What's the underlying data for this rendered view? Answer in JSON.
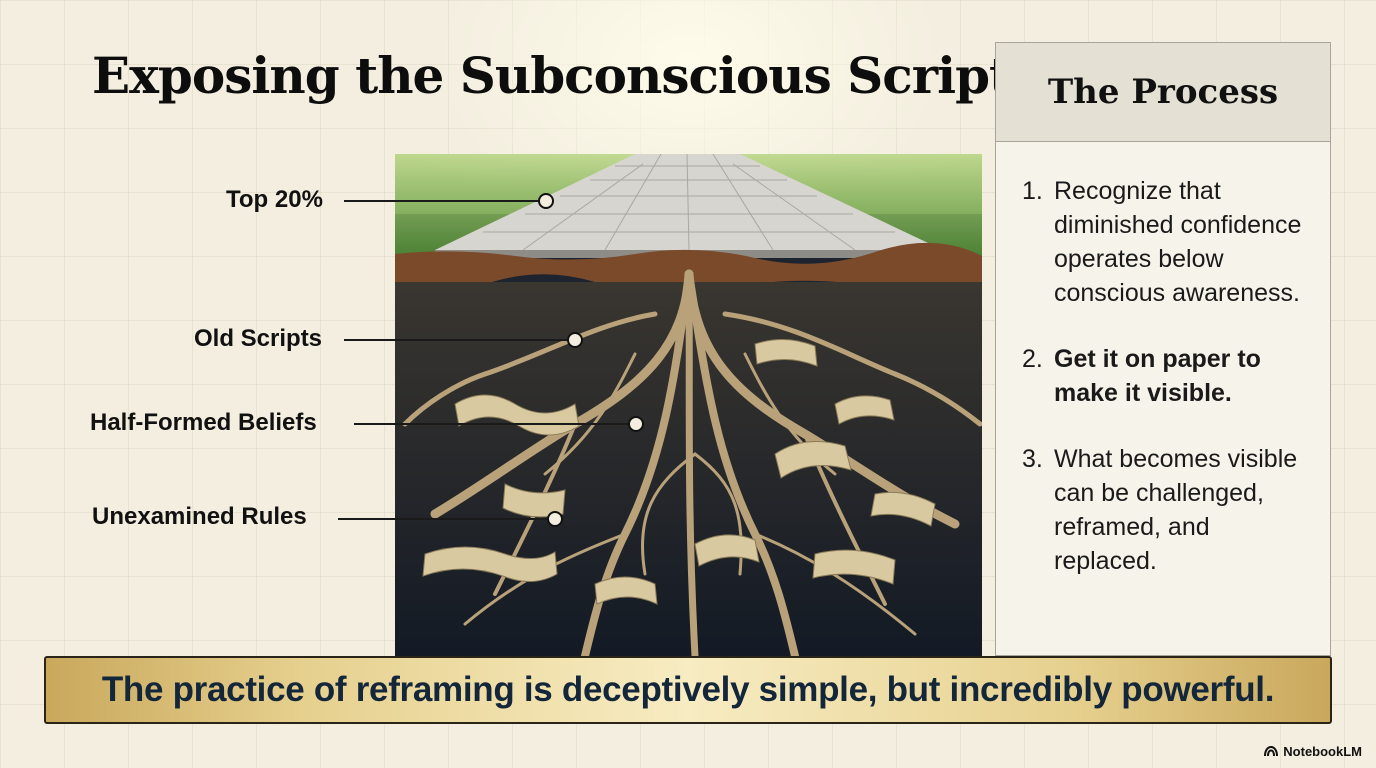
{
  "title": "Exposing the Subconscious Scripts",
  "callouts": [
    {
      "label": "Top 20%"
    },
    {
      "label": "Old Scripts"
    },
    {
      "label": "Half-Formed Beliefs"
    },
    {
      "label": "Unexamined Rules"
    }
  ],
  "panel": {
    "title": "The Process",
    "steps": [
      {
        "number": "1.",
        "text": "Recognize that diminished confidence operates below conscious awareness."
      },
      {
        "number": "2.",
        "text": "Get it on paper to make it visible."
      },
      {
        "number": "3.",
        "text": "What becomes visible can be challenged, reframed, and replaced."
      }
    ]
  },
  "banner": "The practice of reframing is deceptively simple, but incredibly powerful.",
  "brand": "NotebookLM",
  "colors": {
    "background": "#f3eedf",
    "banner_gold": "#e6d08e",
    "banner_text": "#13263a",
    "grass": "#6fa04a",
    "soil": "#7a4a2a",
    "roots": "#b9a17a",
    "underground": "#1d2430"
  }
}
